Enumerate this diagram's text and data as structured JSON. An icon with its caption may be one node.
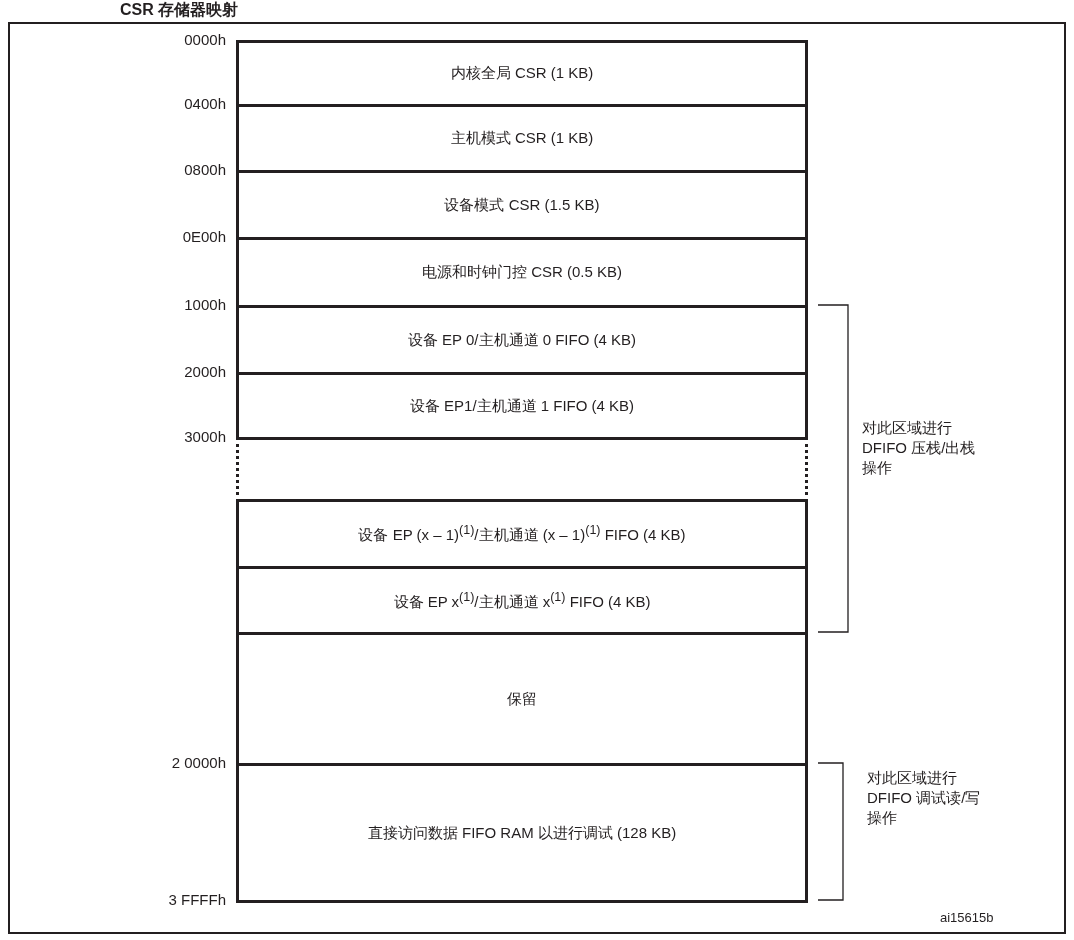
{
  "diagram": {
    "title": "CSR 存储器映射",
    "nodes": [
      {
        "text": [
          "内核全局 CSR (1 KB)"
        ]
      },
      {
        "text": [
          "主机模式 CSR (1 KB)"
        ]
      },
      {
        "text": [
          "设备模式 CSR (1.5 KB)"
        ]
      },
      {
        "text": [
          "电源和时钟门控 CSR (0.5 KB)"
        ]
      },
      {
        "text": [
          "设备 EP 0/主机通道 0 FIFO (4 KB)"
        ]
      },
      {
        "text": [
          "设备 EP1/主机通道 1 FIFO (4 KB)"
        ]
      },
      {
        "text": [],
        "shape": "box"
      },
      {
        "text": [
          "设备 EP (x – 1)$^{(1)}$/主机通道 (x – 1)$^{(1)}$ FIFO (4 KB)"
        ]
      },
      {
        "text": [
          "设备 EP x$^{(1)}$/主机通道 x$^{(1)}$ FIFO (4 KB)"
        ]
      },
      {
        "text": [
          "保留"
        ]
      },
      {
        "text": [
          "直接访问数据 FIFO RAM 以进行调试 (128 KB)"
        ]
      }
    ],
    "labels": [
      "0000h",
      "0400h",
      "0800h",
      "0E00h",
      "1000h",
      "2000h",
      "3000h",
      "对此区域进行DFIFO 压栈/出栈操作",
      "2 0000h",
      "对此区域进行DFIFO 调试读/写操作",
      "3 FFFFh",
      "ai15615b"
    ]
  }
}
